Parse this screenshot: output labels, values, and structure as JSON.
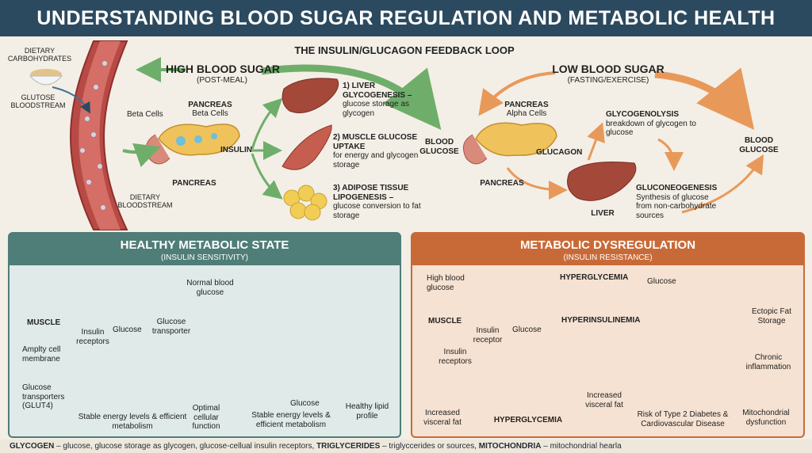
{
  "title": "UNDERSTANDING BLOOD SUGAR REGULATION AND METABOLIC HEALTH",
  "loop_title": "THE INSULIN/GLUCAGON FEEDBACK LOOP",
  "top": {
    "dietary_carbs": "DIETARY CARBOHYDRATES",
    "glucose_bloodstream": "GLUTOSE BLOODSTREAM",
    "dietary_bloodstream": "DIETARY BLOODSTREAM",
    "high_title": "HIGH BLOOD SUGAR",
    "high_sub": "(POST-MEAL)",
    "beta_cells": "Beta Cells",
    "pancreas_beta_title": "PANCREAS",
    "pancreas_beta_sub": "Beta Cells",
    "pancreas_left": "PANCREAS",
    "insulin": "INSULIN",
    "liver_title": "1) LIVER GLYCOGENESIS –",
    "liver_desc": "glucose storage as glycogen",
    "muscle_title": "2) MUSCLE GLUCOSE UPTAKE",
    "muscle_desc": "for energy and glycogen storage",
    "adipose_title": "3) ADIPOSE TISSUE LIPOGENESIS –",
    "adipose_desc": "glucose conversion to fat storage",
    "blood_glucose_mid": "BLOOD GLUCOSE",
    "low_title": "LOW BLOOD SUGAR",
    "low_sub": "(FASTING/EXERCISE)",
    "pancreas_alpha_title": "PANCREAS",
    "pancreas_alpha_sub": "Alpha Cells",
    "pancreas_right": "PANCREAS",
    "glucagon": "GLUCAGON",
    "glycogenolysis_title": "GLYCOGENOLYSIS",
    "glycogenolysis_desc": "breakdown of glycogen to glucose",
    "gluconeo_title": "GLUCONEOGENESIS",
    "gluconeo_desc": "Synthesis of glucose from non-carbohydrate sources",
    "liver_right": "LIVER",
    "blood_glucose_right": "BLOOD GLUCOSE"
  },
  "healthy": {
    "title": "HEALTHY METABOLIC STATE",
    "subtitle": "(INSULIN SENSITIVITY)",
    "normal_glucose": "Normal blood glucose",
    "muscle": "MUSCLE",
    "insulin_receptors": "Insulin receptors",
    "glucose": "Glucose",
    "glucose_transporter": "Glucose transporter",
    "cell_membrane": "Amplty cell membrane",
    "glut4": "Glucose transporters (GLUT4)",
    "stable_left": "Stable energy levels & efficient metabolism",
    "optimal": "Optimal cellular function",
    "glucose_liver": "Glucose",
    "stable_right": "Stable energy levels & efficient metabolism",
    "lipid": "Healthy lipid profile"
  },
  "dysreg": {
    "title": "METABOLIC DYSREGULATION",
    "subtitle": "(INSULIN RESISTANCE)",
    "high_glucose": "High blood glucose",
    "hyperglycemia_top": "HYPERGLYCEMIA",
    "glucose": "Glucose",
    "ectopic": "Ectopic Fat Storage",
    "muscle": "MUSCLE",
    "insulin_receptor": "Insulin receptor",
    "glucose_cell": "Glucose",
    "hyperinsulinemia": "HYPERINSULINEMIA",
    "insulin_receptors": "Insulin receptors",
    "chronic": "Chronic inflammation",
    "increased_fat_left": "Increased visceral fat",
    "hyperglycemia_bottom": "HYPERGLYCEMIA",
    "increased_fat_mid": "Increased visceral fat",
    "risk": "Risk of Type 2 Diabetes & Cardiovascular Disease",
    "mito": "Mitochondrial dysfunction"
  },
  "footer": {
    "t1": "GLYCOGEN",
    "d1": " – glucose, glucose storage as glycogen, glucose-cellual insulin receptors, ",
    "t2": "TRIGLYCERIDES",
    "d2": " – triglyccerides or sources, ",
    "t3": "MITOCHONDRIA",
    "d3": " – mitochondrial hearla"
  },
  "colors": {
    "header": "#2c4a5f",
    "healthy": "#4f7d78",
    "dysreg": "#c86a38",
    "arrow_green": "#6fae6a",
    "arrow_orange": "#e8995a",
    "liver": "#a4483a",
    "muscle": "#c55e4f",
    "fat": "#f2cd55"
  }
}
